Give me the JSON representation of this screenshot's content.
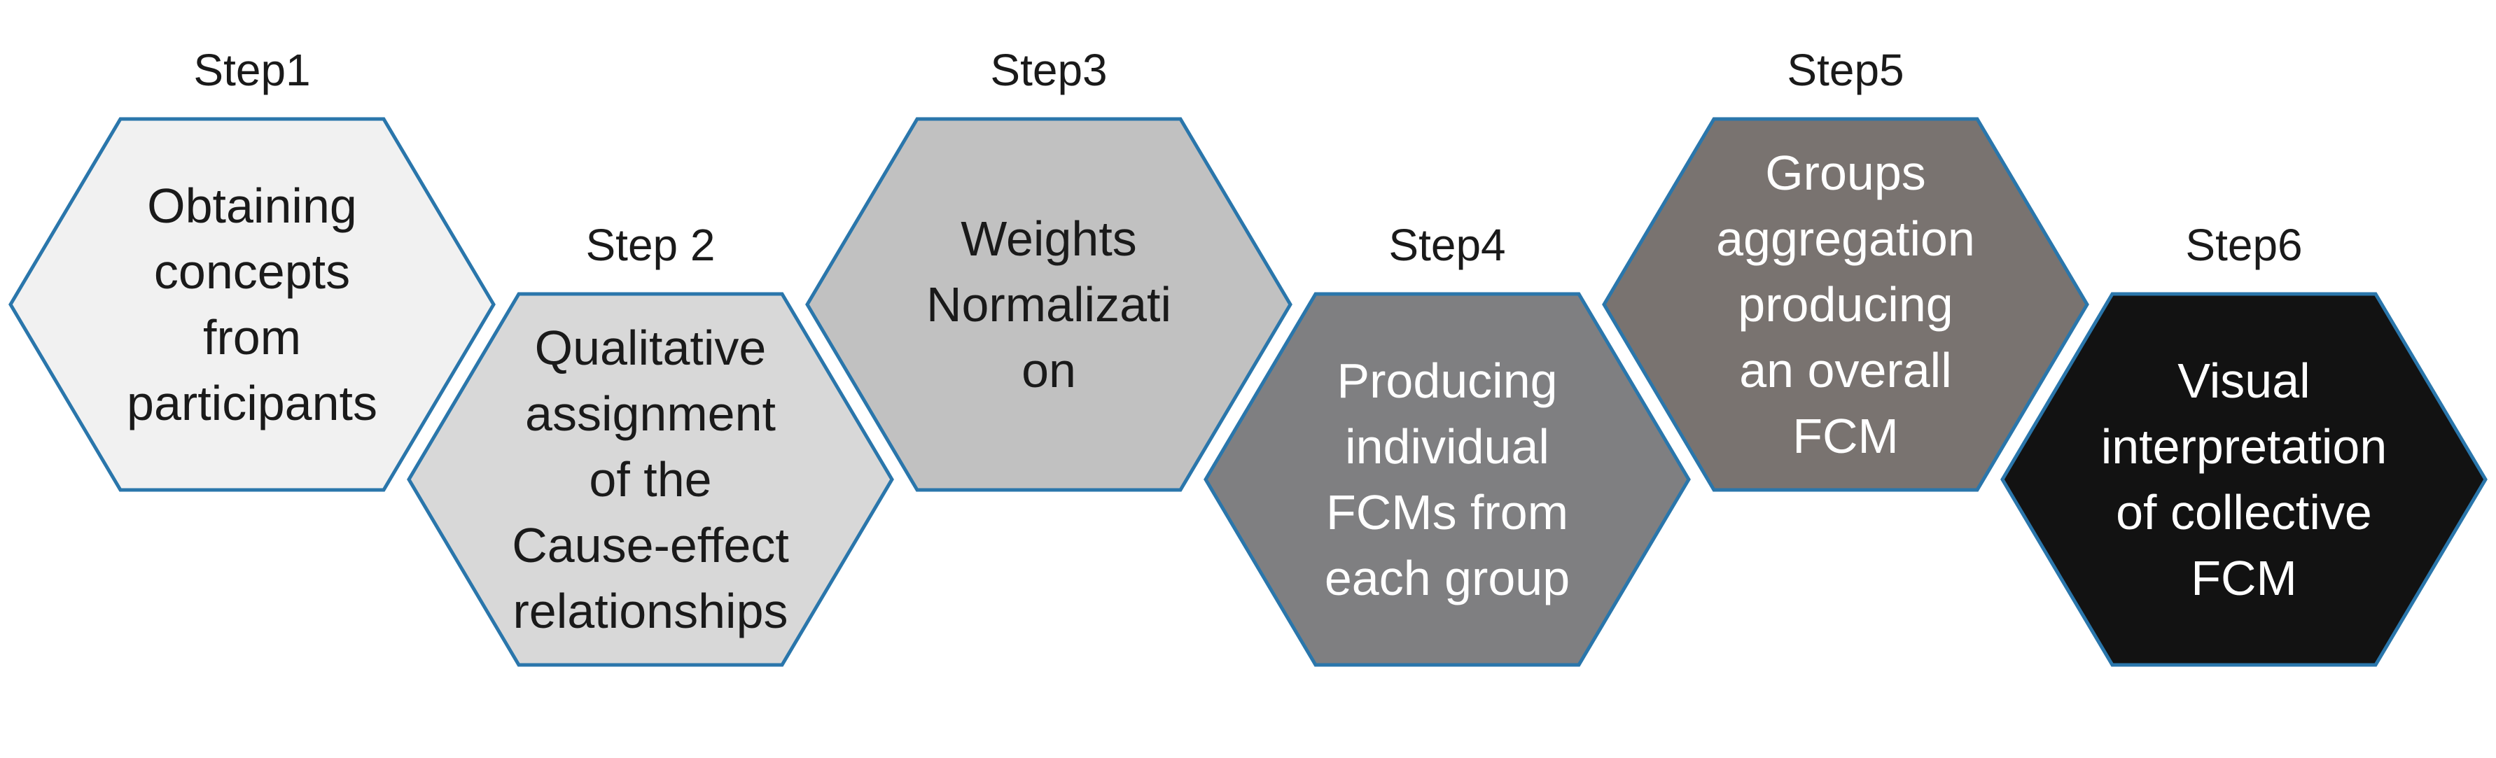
{
  "diagram": {
    "background": "#ffffff",
    "border_color": "#2a76ab",
    "steps": [
      {
        "label": "Step1",
        "text": "Obtaining concepts from participants",
        "lines": [
          "Obtaining",
          "concepts",
          "from",
          "participants"
        ],
        "fill": "#f1f1f1",
        "text_color": "#1a1a1a"
      },
      {
        "label": "Step 2",
        "text": "Qualitative assignment of the Cause-effect relationships",
        "lines": [
          "Qualitative",
          "assignment",
          "of the",
          "Cause-effect",
          "relationships"
        ],
        "fill": "#d8d8d8",
        "text_color": "#1a1a1a"
      },
      {
        "label": "Step3",
        "text": "Weights Normalization",
        "lines": [
          "Weights",
          "Normalizati",
          "on"
        ],
        "fill": "#c1c1c1",
        "text_color": "#1a1a1a"
      },
      {
        "label": "Step4",
        "text": "Producing individual FCMs from each group",
        "lines": [
          "Producing",
          "individual",
          "FCMs from",
          "each group"
        ],
        "fill": "#7f7f81",
        "text_color": "#ffffff"
      },
      {
        "label": "Step5",
        "text": "Groups aggregation producing an overall FCM",
        "lines": [
          "Groups",
          "aggregation",
          "producing",
          "an overall",
          "FCM"
        ],
        "fill": "#797370",
        "text_color": "#ffffff"
      },
      {
        "label": "Step6",
        "text": "Visual interpretation of collective FCM",
        "lines": [
          "Visual",
          "interpretation",
          "of collective",
          "FCM"
        ],
        "fill": "#121212",
        "text_color": "#ffffff"
      }
    ]
  }
}
